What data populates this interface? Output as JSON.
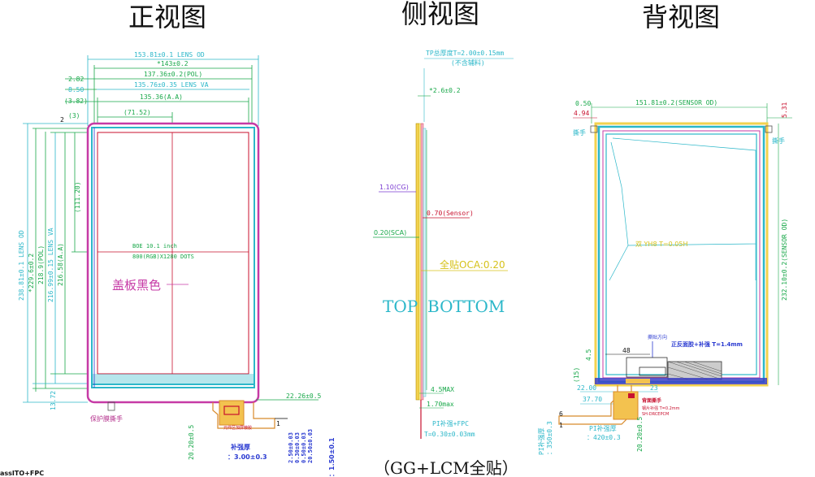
{
  "titles": {
    "front": "正视图",
    "side": "侧视图",
    "back": "背视图",
    "footer": "（GG+LCM全贴）",
    "corner": "assITO+FPC"
  },
  "front": {
    "lens_od_w": "153.81±0.1 LENS OD",
    "dim_143": "*143±0.2",
    "dim_282": "2.82",
    "pol_w": "137.36±0.2(POL)",
    "dim_850": "8.50",
    "lens_va_w": "135.76±0.35 LENS VA",
    "dim_382": "(3.82)",
    "aa_w": "135.36(A.A)",
    "dim_3": "(3)",
    "dim_7152": "(71.52)",
    "dim_2": "2",
    "dim_11120": "(111.20)",
    "lens_od_h": "238.81±0.1 LENS OD",
    "dim_2296": "*229.6±0.2",
    "pol_h": "218.9(POL)",
    "lens_va_h": "216.99±0.15 LENS VA",
    "aa_h": "216.58(A.A)",
    "dim_1372": "13.72",
    "panel_line1": "BOE 10.1 inch",
    "panel_line2": "800(RGB)X1280 DOTS",
    "cover_label": "盖板黑色",
    "dim_2226": "22.26±0.5",
    "protect_label": "保护膜撕手",
    "fpc_label": "元件区加屏蔽胶",
    "dim_2020": "20.20±0.5",
    "stiffener_label": "补强厚",
    "stiffener_val": "：3.00±0.3",
    "dim_250": "2.50±0.03",
    "dim_030": "0.30±0.03",
    "dim_050": "0.50±0.03",
    "dim_2050": "20.50±0.03",
    "dim_150": "：1.50±0.1",
    "pin_1": "1"
  },
  "side": {
    "tp_total": "TP总厚度T=2.00±0.15mm",
    "tp_note": "(不含辅料)",
    "dim_26": "*2.6±0.2",
    "cg": "1.10(CG)",
    "sensor": "0.70(Sensor)",
    "sca": "0.20(SCA)",
    "oca": "全贴OCA:0.20",
    "top": "TOP",
    "bottom": "BOTTOM",
    "max45": "4.5MAX",
    "max170": "1.70max",
    "pi_fpc": "PI补强+FPC",
    "fpc_t": "T=0.30±0.03mm"
  },
  "back": {
    "dim_050": "0.50",
    "dim_494": "4.94",
    "sensor_od_w": "151.81±0.2(SENSOR OD)",
    "dim_531": "5.31",
    "tab_left": "撕手",
    "tab_right": "撕手",
    "film": "双 YH8 T=0.05H",
    "sensor_od_h": "232.10±0.2(SENSOR OD)",
    "dir_label": "撕贴方向",
    "tape_label": "正反面胶+补强 T=1.4mm",
    "dim_48": "48",
    "dim_45": "4.5",
    "dim_15": "(15)",
    "dim_2200": "22.00",
    "dim_23": "23",
    "dim_3770": "37.70",
    "back_red1": "背面撕手",
    "back_red2": "钢片补强 T=0.2mm",
    "back_red3": "SH-DRCEPCM",
    "pi_label": "PI补强厚",
    "pi_val": "：420±0.3",
    "pi_thick": "PI补强厚",
    "pi_thick_val": "：350±0.3",
    "dim_2020": "20.20±0.5",
    "pin_6": "6",
    "pin_1": "1"
  }
}
